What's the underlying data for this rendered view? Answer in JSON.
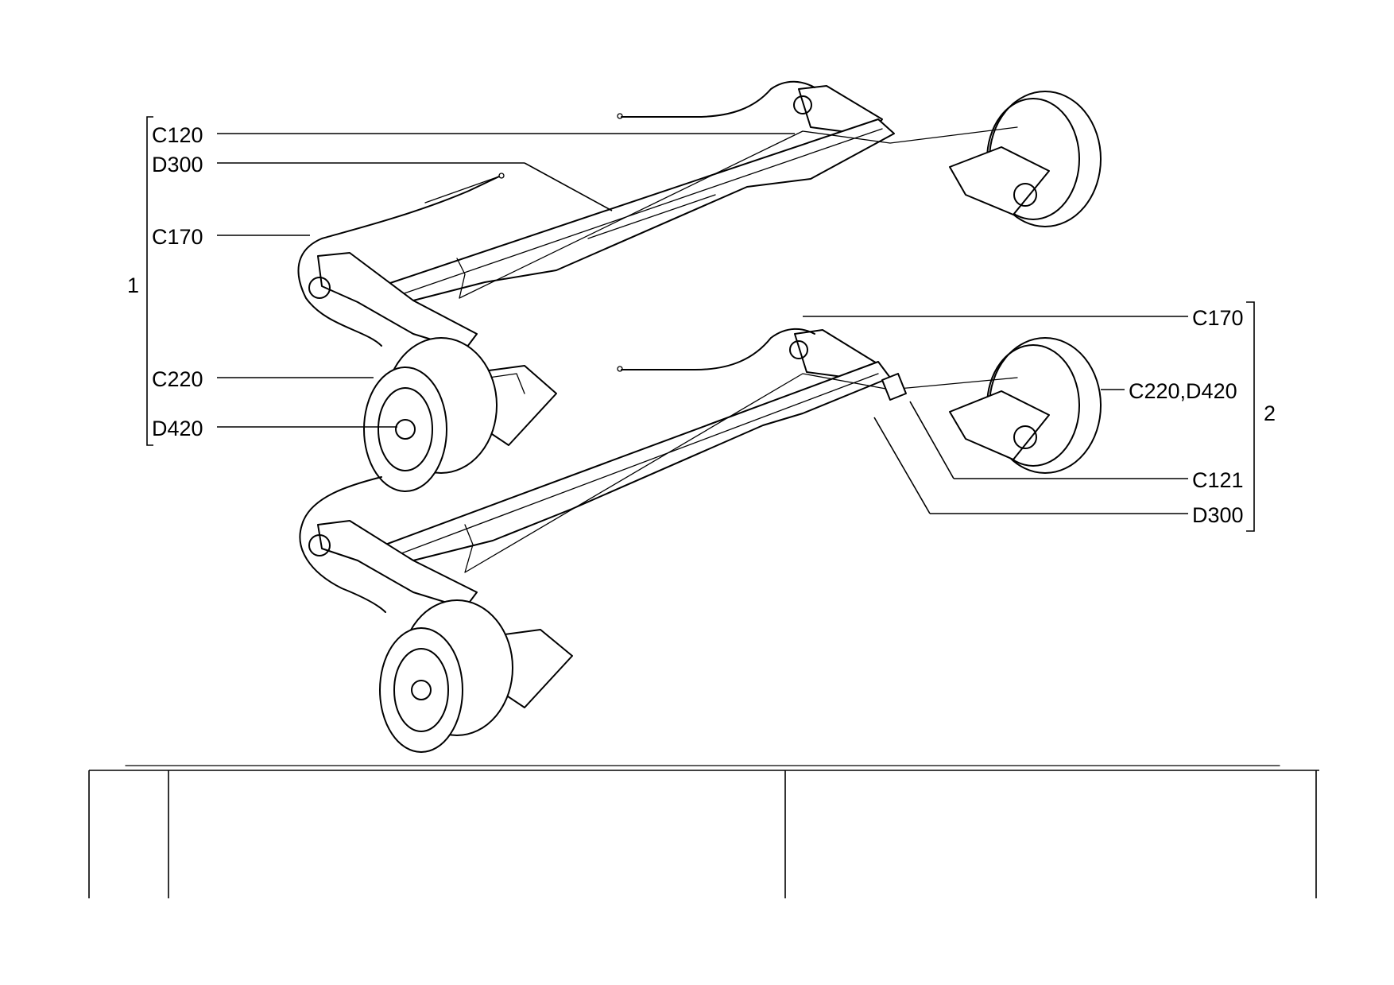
{
  "group1": {
    "number": "1",
    "labels": {
      "c120": "C120",
      "d300": "D300",
      "c170": "C170",
      "c220": "C220",
      "d420": "D420"
    }
  },
  "group2": {
    "number": "2",
    "labels": {
      "c170": "C170",
      "c220_d420": "C220,D420",
      "c121": "C121",
      "d300": "D300"
    }
  }
}
